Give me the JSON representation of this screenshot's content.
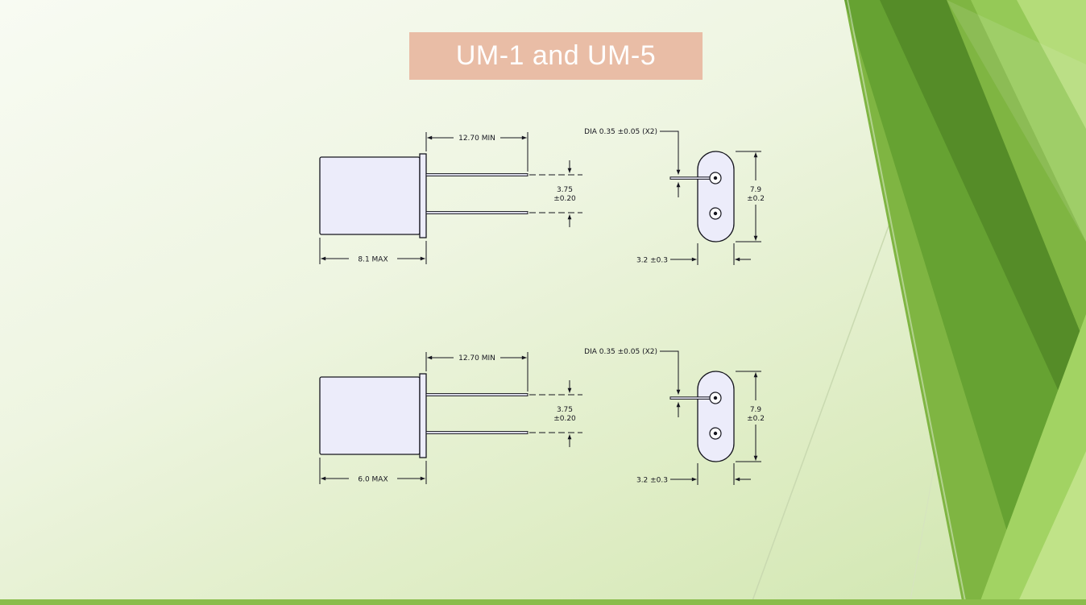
{
  "slide": {
    "title": "UM-1 and UM-5"
  },
  "drawings": [
    {
      "lead_length": "12.70 MIN",
      "lead_spacing": [
        "3.75",
        "±0.20"
      ],
      "body_width": "8.1 MAX",
      "pin_diameter": "DIA 0.35 ±0.05 (X2)",
      "end_height": [
        "7.9",
        "±0.2"
      ],
      "end_width": "3.2 ±0.3"
    },
    {
      "lead_length": "12.70 MIN",
      "lead_spacing": [
        "3.75",
        "±0.20"
      ],
      "body_width": "6.0 MAX",
      "pin_diameter": "DIA 0.35 ±0.05 (X2)",
      "end_height": [
        "7.9",
        "±0.2"
      ],
      "end_width": "3.2 ±0.3"
    }
  ],
  "colors": {
    "title_background": "#e9bda6",
    "title_text": "#ffffff",
    "drawing_line": "#15151e",
    "component_fill": "#ececfa",
    "theme_green_dark": "#558c28",
    "theme_green_medium": "#7fb542",
    "theme_green_light": "#b4dc79",
    "bottom_strip": "#8abc4b"
  }
}
